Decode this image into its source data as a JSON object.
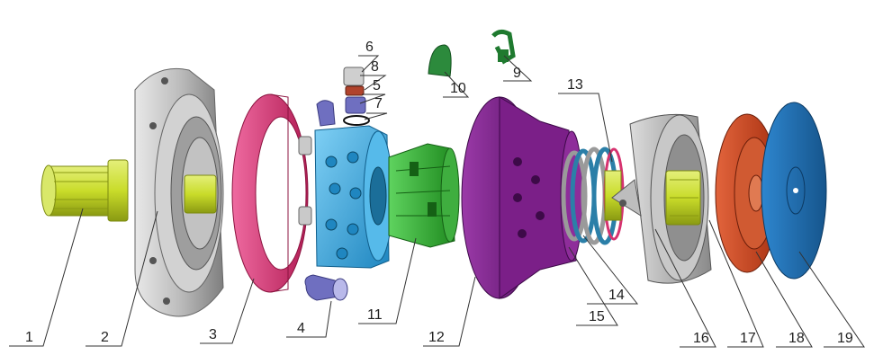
{
  "labels": [
    "1",
    "2",
    "3",
    "4",
    "5",
    "6",
    "7",
    "8",
    "9",
    "10",
    "11",
    "12",
    "13",
    "14",
    "15",
    "16",
    "17",
    "18",
    "19"
  ],
  "colors": {
    "shaft": "#c9dc2a",
    "housing": "#b8b8b8",
    "ring": "#d6326f",
    "manifold": "#39a9e0",
    "valve": "#2fa82f",
    "stator": "#7a1f86",
    "discs": "#2b7fa8",
    "endcase": "#a9a9a9",
    "plate_red": "#c94422",
    "plate_blue": "#1e6fb3",
    "roller": "#6f6fc0",
    "green_part": "#1f7a2f"
  }
}
